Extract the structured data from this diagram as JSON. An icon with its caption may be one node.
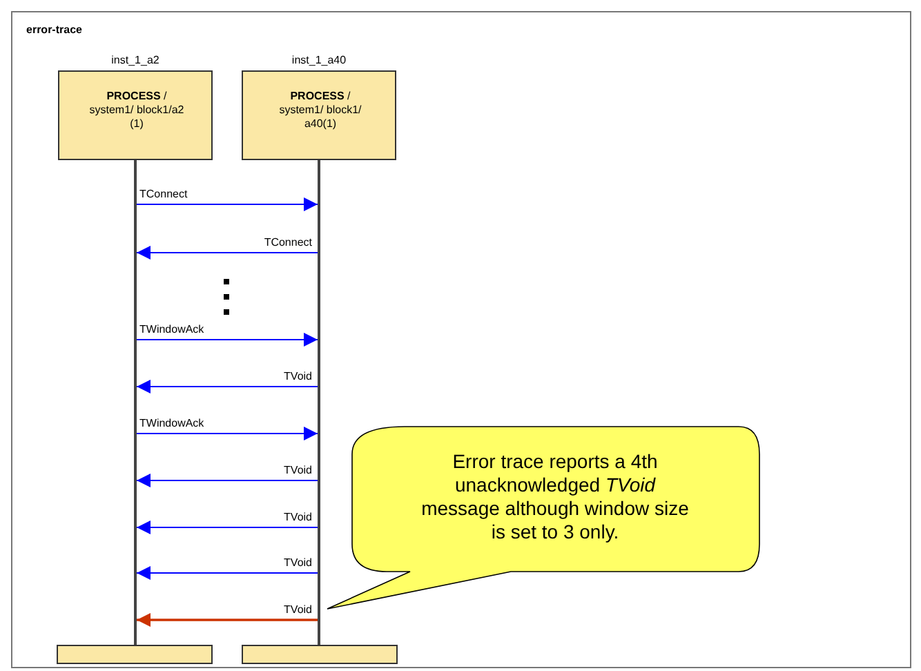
{
  "diagram": {
    "nodes": [
      {
        "text": [
          "error-trace"
        ]
      },
      {
        "text": [
          "inst_1_a2",
          "**PROCESS** / system1/ block1/a2 (1)"
        ],
        "in": 0
      },
      {
        "text": [
          "inst_1_a40",
          "**PROCESS** / system1/ block1/ a40(1)"
        ],
        "in": 0
      },
      {
        "text": [],
        "shape": "line",
        "in": 0
      },
      {
        "text": [],
        "shape": "line",
        "in": 0
      },
      {
        "text": [],
        "shape": "bar",
        "in": 0
      },
      {
        "text": [],
        "shape": "bar",
        "in": 0
      },
      {
        "text": [
          "Error trace reports a 4th unacknowledged *TVoid* message although window size is set to 3 only."
        ],
        "in": 0
      }
    ],
    "edges": [
      {
        "from": 3,
        "to": 4,
        "arrow": "to",
        "label": "TConnect"
      },
      {
        "from": 4,
        "to": 3,
        "arrow": "to",
        "label": "TConnect"
      },
      {
        "from": 3,
        "to": 4,
        "arrow": "to",
        "label": "TWindowAck"
      },
      {
        "from": 4,
        "to": 3,
        "arrow": "to",
        "label": "TVoid"
      },
      {
        "from": 3,
        "to": 4,
        "arrow": "to",
        "label": "TWindowAck"
      },
      {
        "from": 4,
        "to": 3,
        "arrow": "to",
        "label": "TVoid"
      },
      {
        "from": 4,
        "to": 3,
        "arrow": "to",
        "label": "TVoid"
      },
      {
        "from": 4,
        "to": 3,
        "arrow": "to",
        "label": "TVoid"
      },
      {
        "from": 4,
        "to": 3,
        "arrow": "to",
        "label": "TVoid",
        "color": "#cc3300"
      }
    ]
  }
}
